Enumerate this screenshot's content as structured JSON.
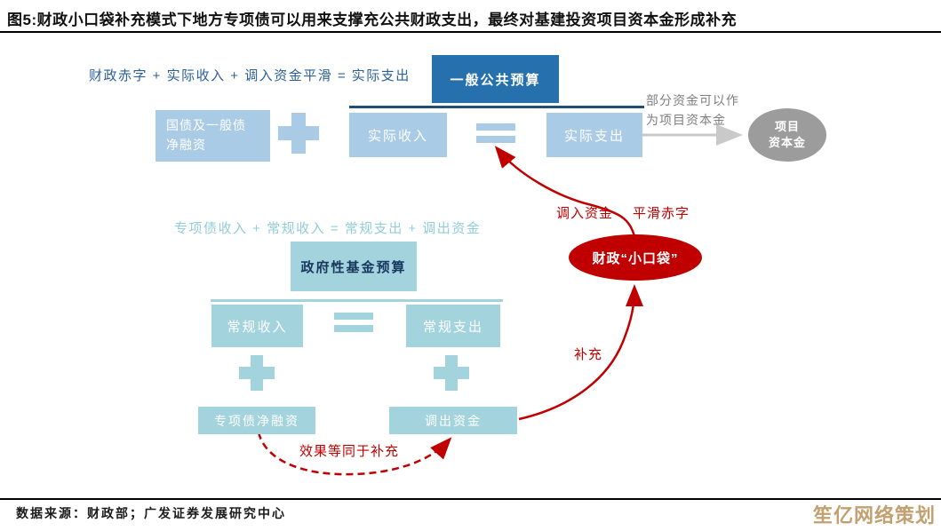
{
  "title": "图5:财政小口袋补充模式下地方专项债可以用来支撑充公共财政支出，最终对基建投资项目资本金形成补充",
  "colors": {
    "general_budget_box": "#2670ad",
    "general_light_blue": "#a9cbe6",
    "fund_light_blue": "#a3d4de",
    "bracket_line": "#1f4e79",
    "formula_general_text": "#2a6099",
    "formula_fund_text": "#92cdda",
    "red_accent": "#c00000",
    "gray_text": "#7f7f7f",
    "gray_ellipse": "#9c9c9c",
    "watermark": "#c2a070"
  },
  "general_budget": {
    "formula": "财政赤字 + 实际收入 + 调入资金平滑 = 实际支出",
    "label": "一般公共预算",
    "debt_box_line1": "国债及一般债",
    "debt_box_line2": "净融资",
    "income_box": "实际收入",
    "expense_box": "实际支出"
  },
  "project_capital": {
    "note_line1": "部分资金可以作",
    "note_line2": "为项目资本金",
    "ellipse_line1": "项目",
    "ellipse_line2": "资本金"
  },
  "fund_budget": {
    "formula": "专项债收入 + 常规收入 = 常规支出 + 调出资金",
    "label": "政府性基金预算",
    "regular_income_box": "常规收入",
    "regular_expense_box": "常规支出",
    "special_bond_box": "专项债净融资",
    "transfer_out_box": "调出资金"
  },
  "pocket": {
    "label": "财政“小口袋”",
    "transfer_in_label": "调入资金",
    "smooth_deficit_label": "平滑赤字",
    "supplement_label": "补充",
    "equivalent_label": "效果等同于补充"
  },
  "footer": {
    "source": "数据来源：财政部；广发证券发展研究中心",
    "watermark": "笙亿网络策划"
  }
}
